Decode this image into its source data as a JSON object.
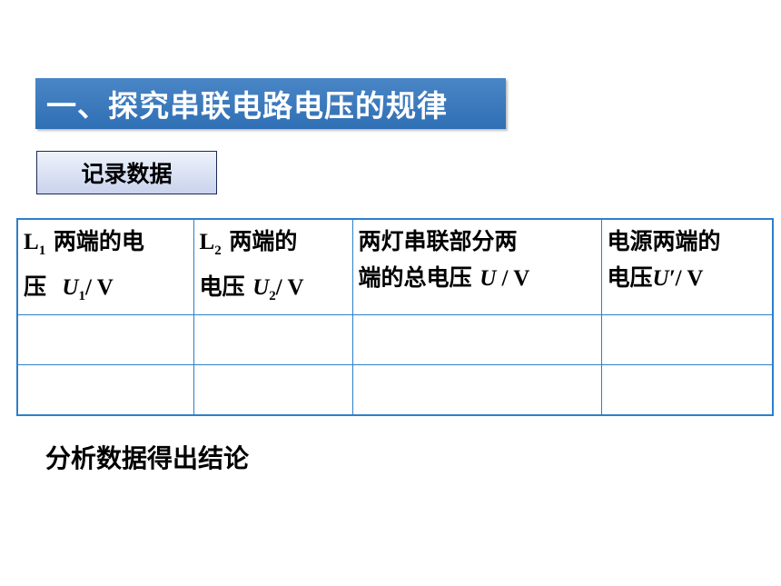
{
  "section_title": "一、探究串联电路电压的规律",
  "record_label": "记录数据",
  "table": {
    "headers": [
      {
        "line1_prefix": "L",
        "line1_sub": "1",
        "line1_text": " 两端的电",
        "line2_text": "压  ",
        "symbol": "U",
        "symbol_sub": "1",
        "unit": "/ V"
      },
      {
        "line1_prefix": "L",
        "line1_sub": "2",
        "line1_text": " 两端的",
        "line2_text": "电压 ",
        "symbol": "U",
        "symbol_sub": "2",
        "unit": "/ V"
      },
      {
        "line1_text": "两灯串联部分两",
        "line2_text": "端的总电压 ",
        "symbol": "U",
        "unit": " / V"
      },
      {
        "line1_text": "电源两端的",
        "line2_text": "电压",
        "symbol": "U′",
        "unit": "/ V"
      }
    ],
    "rows": [
      [
        "",
        "",
        "",
        ""
      ],
      [
        "",
        "",
        "",
        ""
      ]
    ]
  },
  "conclusion": "分析数据得出结论"
}
